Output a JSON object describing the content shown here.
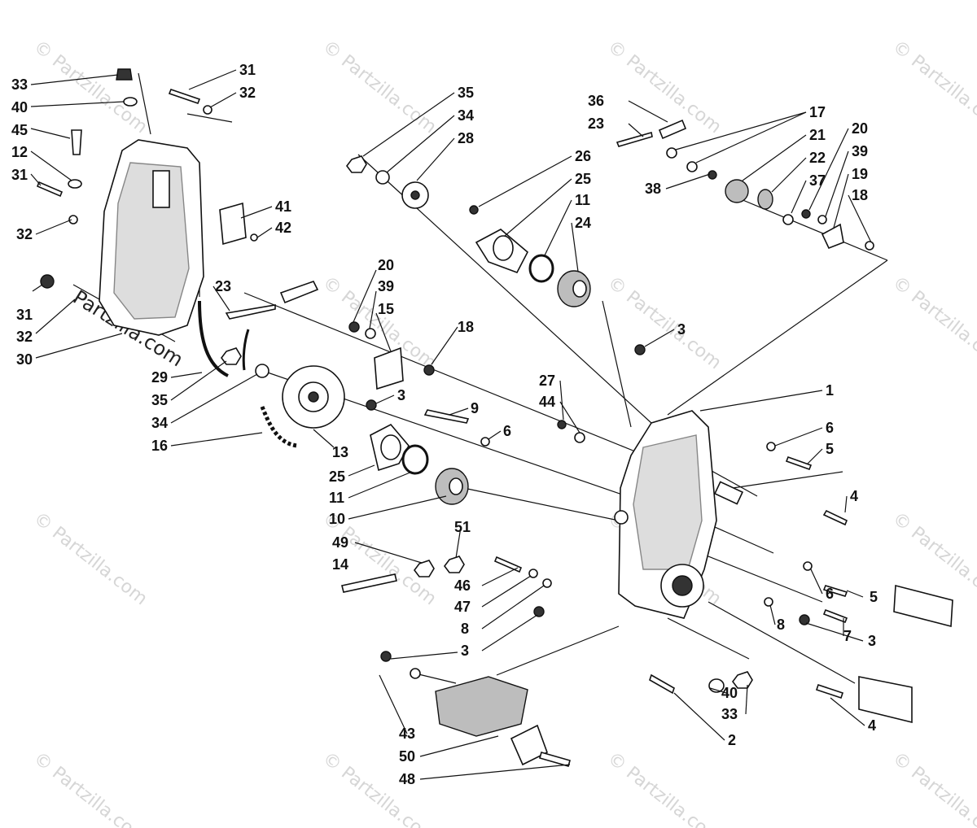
{
  "watermark": {
    "text": "© Partzilla.com",
    "diagonal_text": "Partzilla.com"
  },
  "callouts": [
    {
      "text": "33"
    },
    {
      "text": "40"
    },
    {
      "text": "45"
    },
    {
      "text": "12"
    },
    {
      "text": "31"
    },
    {
      "text": "32"
    },
    {
      "text": "31"
    },
    {
      "text": "32"
    },
    {
      "text": "30"
    },
    {
      "text": "31"
    },
    {
      "text": "32"
    },
    {
      "text": "41"
    },
    {
      "text": "42"
    },
    {
      "text": "23"
    },
    {
      "text": "29"
    },
    {
      "text": "35"
    },
    {
      "text": "34"
    },
    {
      "text": "16"
    },
    {
      "text": "13"
    },
    {
      "text": "25"
    },
    {
      "text": "11"
    },
    {
      "text": "10"
    },
    {
      "text": "20"
    },
    {
      "text": "39"
    },
    {
      "text": "15"
    },
    {
      "text": "18"
    },
    {
      "text": "3"
    },
    {
      "text": "9"
    },
    {
      "text": "6"
    },
    {
      "text": "35"
    },
    {
      "text": "34"
    },
    {
      "text": "28"
    },
    {
      "text": "26"
    },
    {
      "text": "25"
    },
    {
      "text": "11"
    },
    {
      "text": "24"
    },
    {
      "text": "36"
    },
    {
      "text": "23"
    },
    {
      "text": "17"
    },
    {
      "text": "21"
    },
    {
      "text": "22"
    },
    {
      "text": "37"
    },
    {
      "text": "38"
    },
    {
      "text": "20"
    },
    {
      "text": "39"
    },
    {
      "text": "19"
    },
    {
      "text": "18"
    },
    {
      "text": "3"
    },
    {
      "text": "27"
    },
    {
      "text": "44"
    },
    {
      "text": "1"
    },
    {
      "text": "6"
    },
    {
      "text": "5"
    },
    {
      "text": "4"
    },
    {
      "text": "51"
    },
    {
      "text": "49"
    },
    {
      "text": "14"
    },
    {
      "text": "46"
    },
    {
      "text": "47"
    },
    {
      "text": "8"
    },
    {
      "text": "3"
    },
    {
      "text": "6"
    },
    {
      "text": "5"
    },
    {
      "text": "8"
    },
    {
      "text": "7"
    },
    {
      "text": "3"
    },
    {
      "text": "40"
    },
    {
      "text": "33"
    },
    {
      "text": "4"
    },
    {
      "text": "2"
    },
    {
      "text": "43"
    },
    {
      "text": "50"
    },
    {
      "text": "48"
    }
  ]
}
